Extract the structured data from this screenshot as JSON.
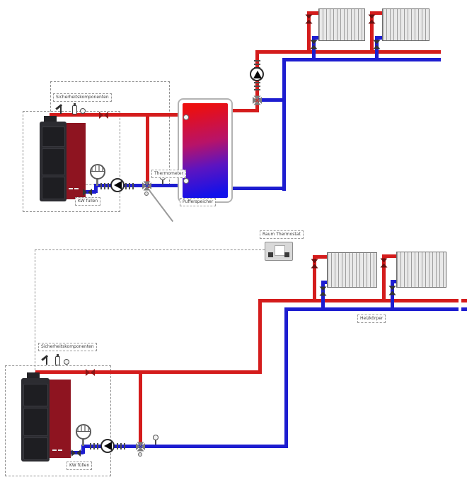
{
  "diagram_kind": "heating-system-hydraulic-scheme",
  "colors": {
    "supply_pipe": "#d41c1c",
    "return_pipe": "#1d1dd0",
    "boiler_body_dark": "#2c2c31",
    "boiler_body_red": "#8e1420",
    "tank_gradient_top": "#ec0f0f",
    "tank_gradient_bottom": "#1212ea"
  },
  "top_diagram": {
    "labels": {
      "safety": "Sicherheitskomponenten",
      "kw_fill": "KW füllen",
      "thermometer": "Thermometer",
      "buffer_tank": "Pufferspeicher"
    }
  },
  "bottom_diagram": {
    "labels": {
      "safety": "Sicherheitskomponenten",
      "kw_fill": "KW füllen",
      "room_thermostat": "Raum Thermostat",
      "radiators": "Heizkörper"
    }
  },
  "icons": {
    "pump": "circle-with-triangle",
    "shutoff_valve": "bowtie",
    "mixing_valve": "cross-bowtie",
    "expansion_vessel": "membrane-circle",
    "safety_valve": "spring-valve",
    "air_vent": "capsule",
    "sensor": "circle-probe",
    "room_thermostat": "wall-unit"
  }
}
